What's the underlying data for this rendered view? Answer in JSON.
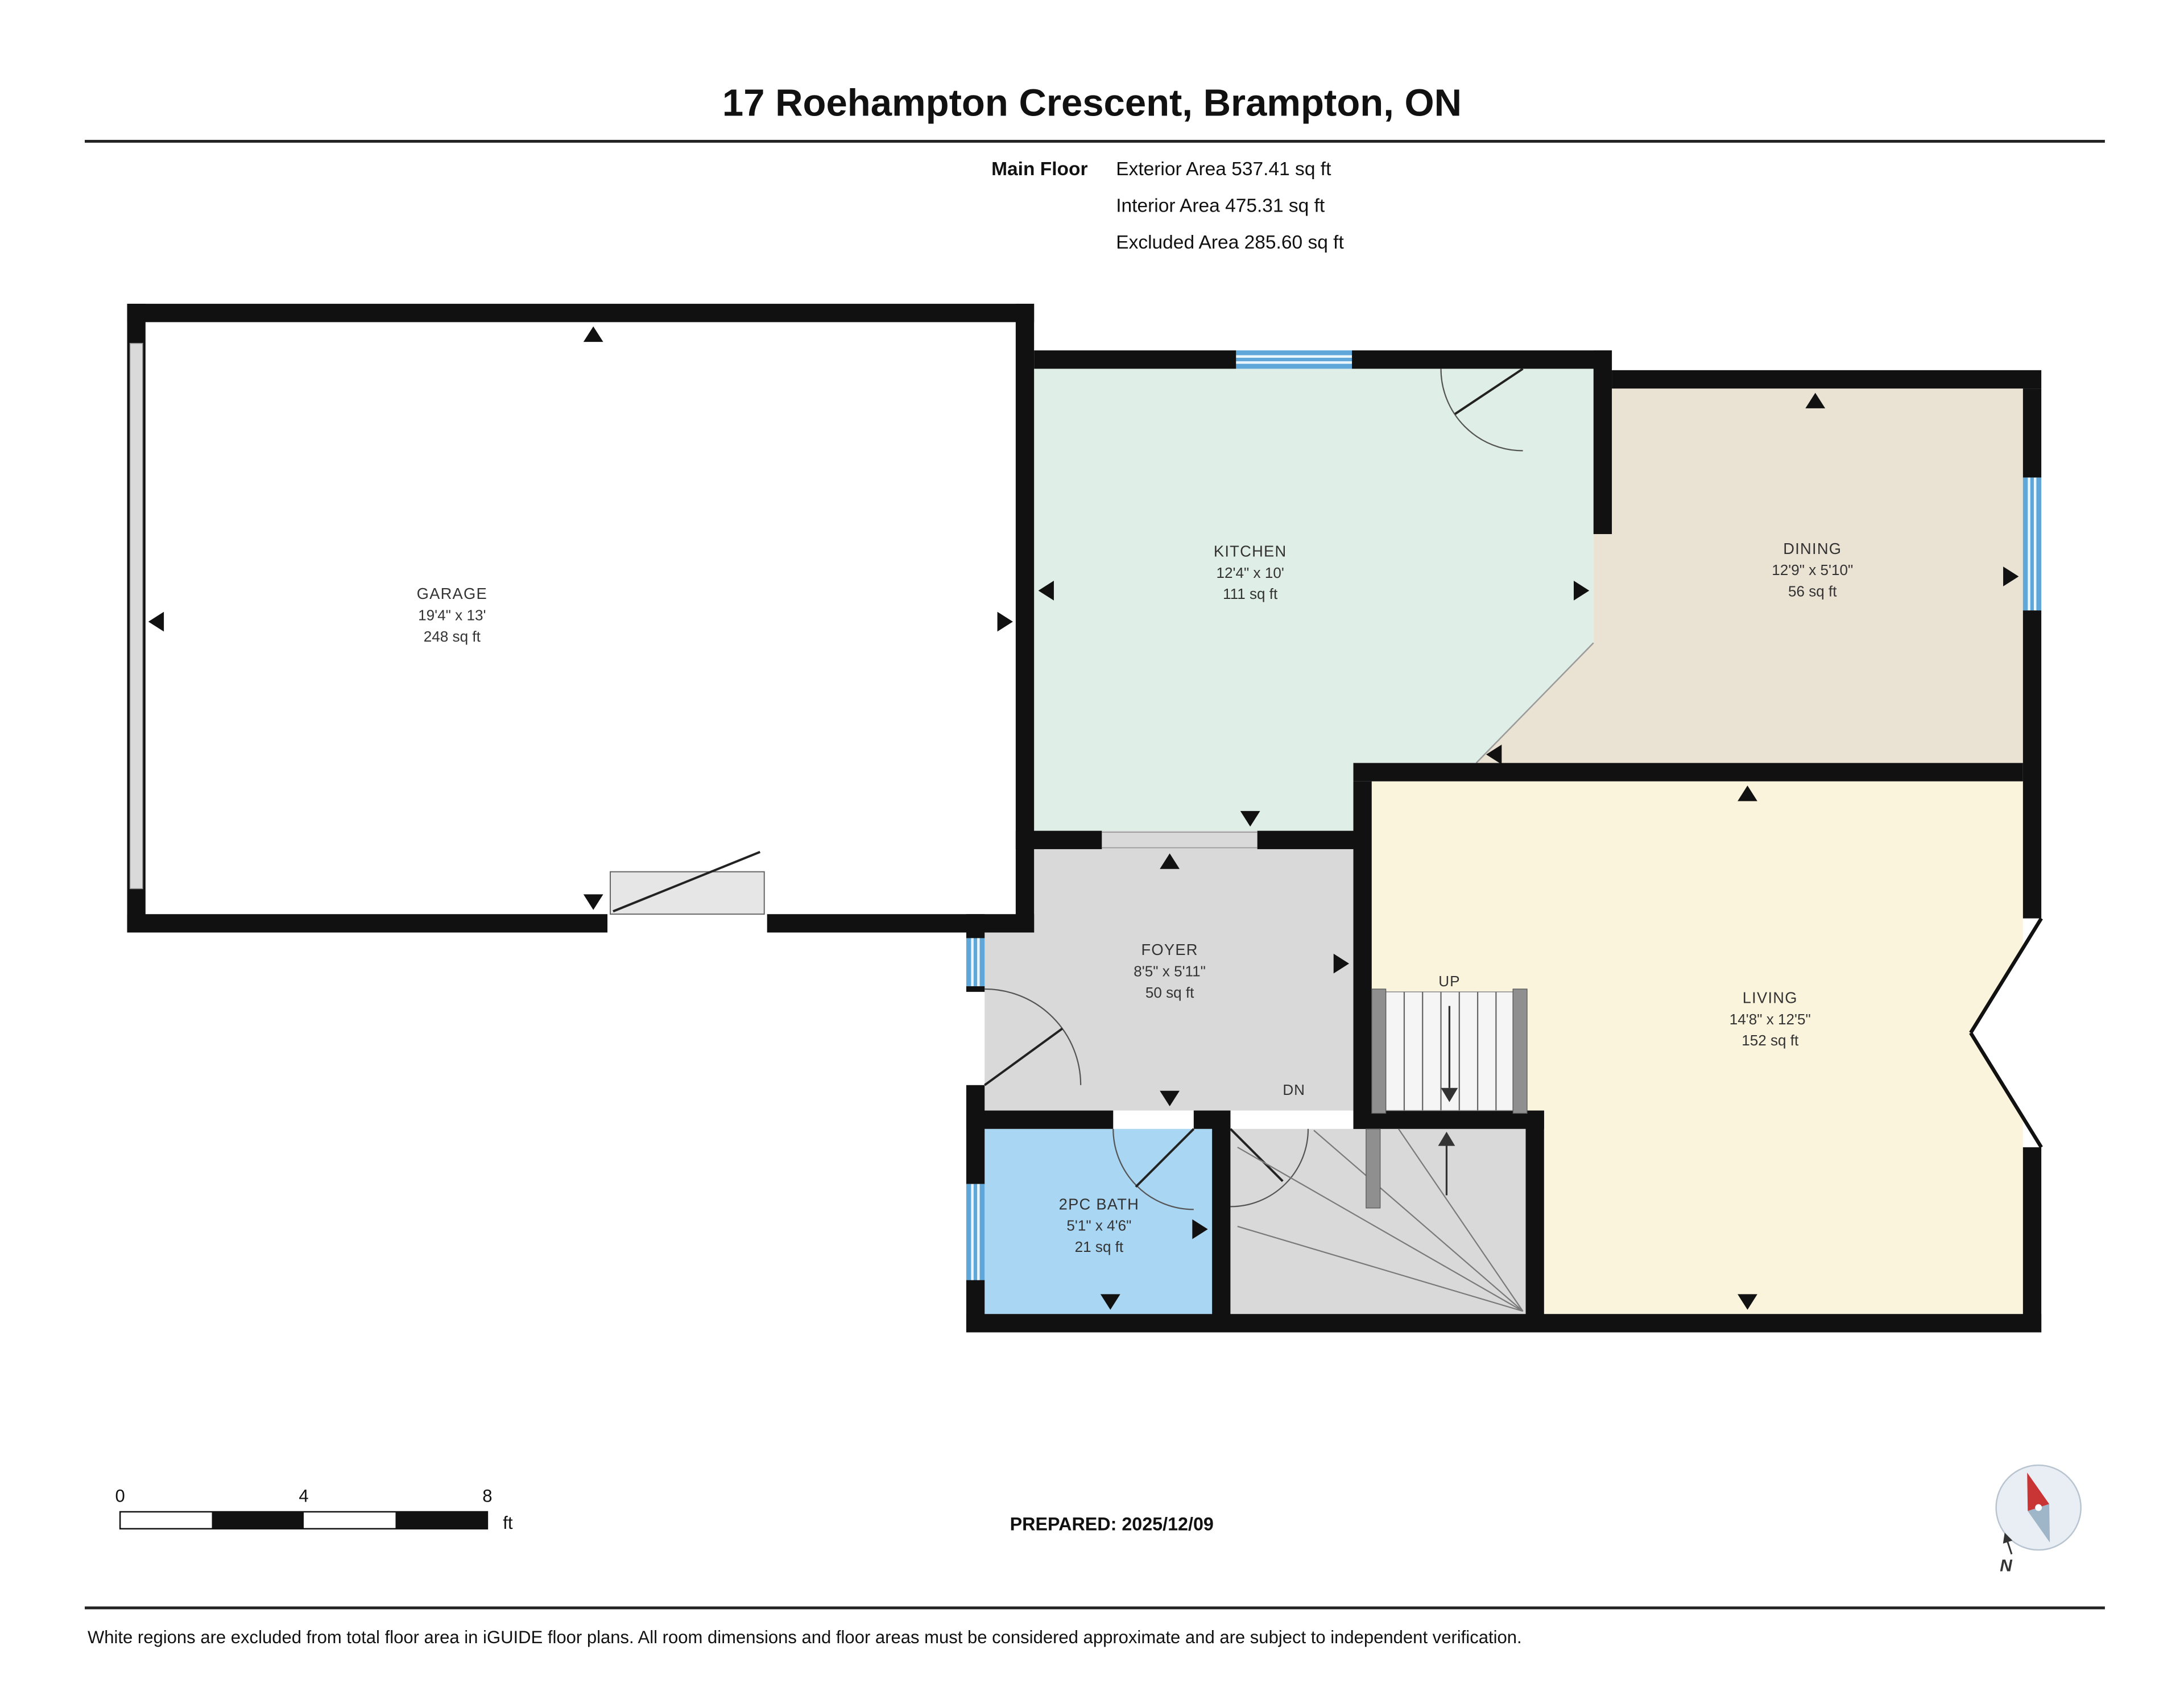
{
  "page": {
    "title": "17 Roehampton Crescent, Brampton, ON"
  },
  "floor_info": {
    "floor_name": "Main Floor",
    "lines": [
      "Exterior Area 537.41 sq ft",
      "Interior Area 475.31 sq ft",
      "Excluded Area 285.60 sq ft"
    ]
  },
  "rooms": {
    "garage": {
      "name": "GARAGE",
      "dims": "19'4\" x 13'",
      "area": "248 sq ft"
    },
    "kitchen": {
      "name": "KITCHEN",
      "dims": "12'4\" x 10'",
      "area": "111 sq ft"
    },
    "dining": {
      "name": "DINING",
      "dims": "12'9\" x 5'10\"",
      "area": "56 sq ft"
    },
    "living": {
      "name": "LIVING",
      "dims": "14'8\" x 12'5\"",
      "area": "152 sq ft"
    },
    "foyer": {
      "name": "FOYER",
      "dims": "8'5\" x 5'11\"",
      "area": "50 sq ft"
    },
    "bath": {
      "name": "2PC BATH",
      "dims": "5'1\" x 4'6\"",
      "area": "21 sq ft"
    }
  },
  "stairs": {
    "up_label": "UP",
    "down_label": "DN"
  },
  "scale_bar": {
    "tick_labels": [
      "0",
      "4",
      "8"
    ],
    "unit": "ft"
  },
  "prepared_label": "PREPARED: 2025/12/09",
  "compass": {
    "north_label": "N"
  },
  "footer": {
    "disclaimer": "White regions are excluded from total floor area in iGUIDE floor plans. All room dimensions and floor areas must be considered approximate and are subject to independent verification."
  },
  "colors": {
    "wall": "#111111",
    "window": "#5ea7d8",
    "garage": "#ffffff",
    "kitchen": "#dfeee7",
    "dining": "#eae2d3",
    "living": "#fbf4dc",
    "gray_floor": "#d9d9d9",
    "bath": "#a9d6f2",
    "stair_bg": "#f5f5f5",
    "stair_rail": "#8f8f8f",
    "door": "#e6e6e6",
    "arrow": "#111111",
    "compass_red": "#c93434",
    "compass_gray": "#9fb6c9"
  }
}
